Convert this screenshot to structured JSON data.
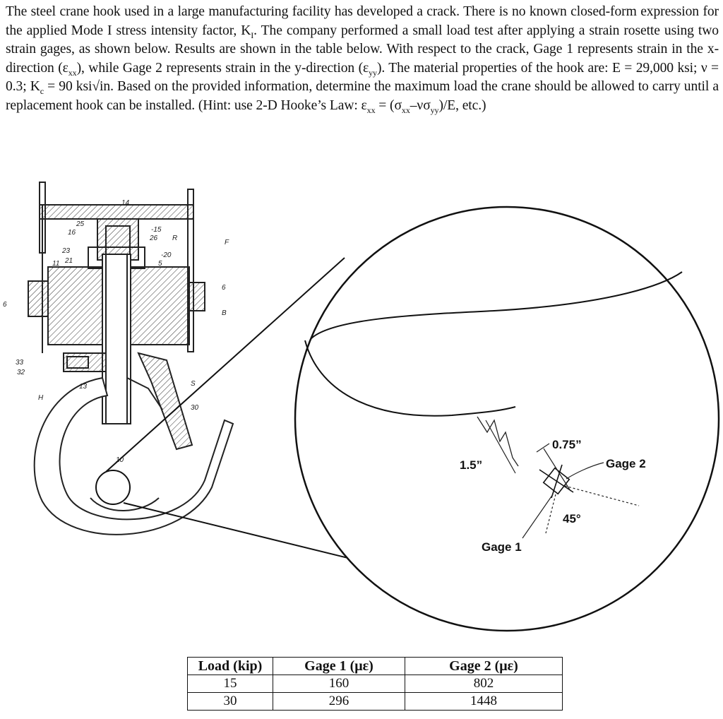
{
  "problem": {
    "p1": "The steel crane hook used in a large manufacturing facility has developed a crack. There is no known closed-form expression for the applied Mode I stress intensity factor, K",
    "p1_sub": "I",
    "p2": ". The company performed a small load test after applying a strain rosette using two strain gages, as shown below. Results are shown in the table below. With respect to the crack, Gage 1 represents strain in the x-direction (ε",
    "p2_sub": "xx",
    "p3": "), while Gage 2 represents strain in the y-direction (ε",
    "p3_sub": "yy",
    "p4": "). The material properties of the hook are: E = 29,000 ksi; ν = 0.3; K",
    "p4_sub": "c",
    "p5": " = 90 ksi√in. Based on the provided information, determine the maximum load the crane should be allowed to carry until a replacement hook can be installed. (Hint: use 2-D Hooke’s Law: ε",
    "p5_sub": "xx",
    "p6": " = (σ",
    "p6_sub": "xx",
    "p7": "–νσ",
    "p7_sub": "yy",
    "p8": ")/E, etc.)"
  },
  "figure": {
    "dim_a": "1.5”",
    "dim_b": "0.75”",
    "gage1": "Gage 1",
    "gage2": "Gage 2",
    "angle": "45°",
    "part_numbers": [
      "14",
      "25",
      "-15",
      "26",
      "16",
      "R",
      "23",
      "-20",
      "11",
      "21",
      "5",
      "F",
      "6",
      "6",
      "B",
      "33",
      "32",
      "13",
      "S",
      "H",
      "30",
      "10"
    ]
  },
  "table": {
    "headers": [
      "Load (kip)",
      "Gage 1 (με)",
      "Gage 2 (με)"
    ],
    "rows": [
      [
        "15",
        "160",
        "802"
      ],
      [
        "30",
        "296",
        "1448"
      ]
    ]
  }
}
